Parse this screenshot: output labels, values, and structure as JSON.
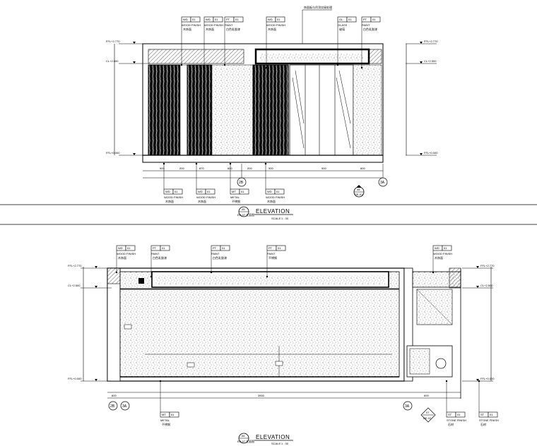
{
  "top_elevation": {
    "title": "ELEVATION",
    "number": "05",
    "sheet_ref": "EP-07",
    "sheet_suffix": "立面图",
    "scale_label": "SCALE",
    "scale_value": "1 : 30",
    "top_note": "饰面板与吊顶交接处理",
    "callouts_top": [
      {
        "code": "WD",
        "num": "01",
        "line1": "WOOD FINISH",
        "line2": "木饰面"
      },
      {
        "code": "WD",
        "num": "01",
        "line1": "WOOD FINISH",
        "line2": "木饰面"
      },
      {
        "code": "PT",
        "num": "01",
        "line1": "PAINT",
        "line2": "白色乳胶漆"
      },
      {
        "code": "WD",
        "num": "01",
        "line1": "WOOD FINISH",
        "line2": "木饰面"
      },
      {
        "code": "GL",
        "num": "01",
        "line1": "GLASS",
        "line2": "玻璃"
      },
      {
        "code": "PT",
        "num": "01",
        "line1": "PAINT",
        "line2": "白色乳胶漆"
      }
    ],
    "callouts_bottom": [
      {
        "code": "WD",
        "num": "01",
        "line1": "WOOD FINISH",
        "line2": "木饰面"
      },
      {
        "code": "WD",
        "num": "01",
        "line1": "WOOD FINISH",
        "line2": "木饰面"
      },
      {
        "code": "MT",
        "num": "01",
        "line1": "METAL",
        "line2": "不锈钢"
      },
      {
        "code": "WD",
        "num": "01",
        "line1": "WOOD FINISH",
        "line2": "木饰面"
      }
    ],
    "levels_left": [
      "FFL+2.770",
      "CL+2.500",
      "FFL+0.000"
    ],
    "levels_right": [
      "FFL+2.770",
      "CL+2.500",
      "FFL+0.000"
    ],
    "dims": [
      "900",
      "200",
      "870",
      "600",
      "200",
      "900",
      "900",
      "600"
    ],
    "grids": [
      "2B",
      "3A"
    ],
    "section": {
      "num": "08",
      "sheet": "DE-01"
    }
  },
  "bottom_elevation": {
    "title": "ELEVATION",
    "number": "06",
    "sheet_ref": "EP-07",
    "sheet_suffix": "立面图",
    "scale_label": "SCALE",
    "scale_value": "1 : 30",
    "callouts_top": [
      {
        "code": "WD",
        "num": "01",
        "line1": "WOOD FINISH",
        "line2": "木饰面"
      },
      {
        "code": "PT",
        "num": "01",
        "line1": "PAINT",
        "line2": "白色乳胶漆"
      },
      {
        "code": "PT",
        "num": "01",
        "line1": "PAINT",
        "line2": "白色乳胶漆"
      },
      {
        "code": "PT",
        "num": "01",
        "line1": "PAINT",
        "line2": "不锈钢"
      },
      {
        "code": "WD",
        "num": "01",
        "line1": "WOOD FINISH",
        "line2": "木饰面"
      }
    ],
    "callouts_bottom": [
      {
        "code": "MT",
        "num": "01",
        "line1": "METAL",
        "line2": "不锈钢"
      },
      {
        "code": "ST",
        "num": "01",
        "line1": "STONE FINISH",
        "line2": "石材"
      },
      {
        "code": "ST",
        "num": "01",
        "line1": "STONE FINISH",
        "line2": "石材"
      }
    ],
    "levels_left": [
      "FFL+2.770",
      "CL+2.500",
      "FFL+0.000"
    ],
    "levels_right": [
      "FFL+2.770",
      "CL+2.500",
      "FFL+0.000"
    ],
    "dims": [
      "600",
      "3900",
      "600"
    ],
    "grids": [
      "2B",
      "3A"
    ],
    "section": {
      "num": "07",
      "sheet": "DE-02"
    }
  }
}
